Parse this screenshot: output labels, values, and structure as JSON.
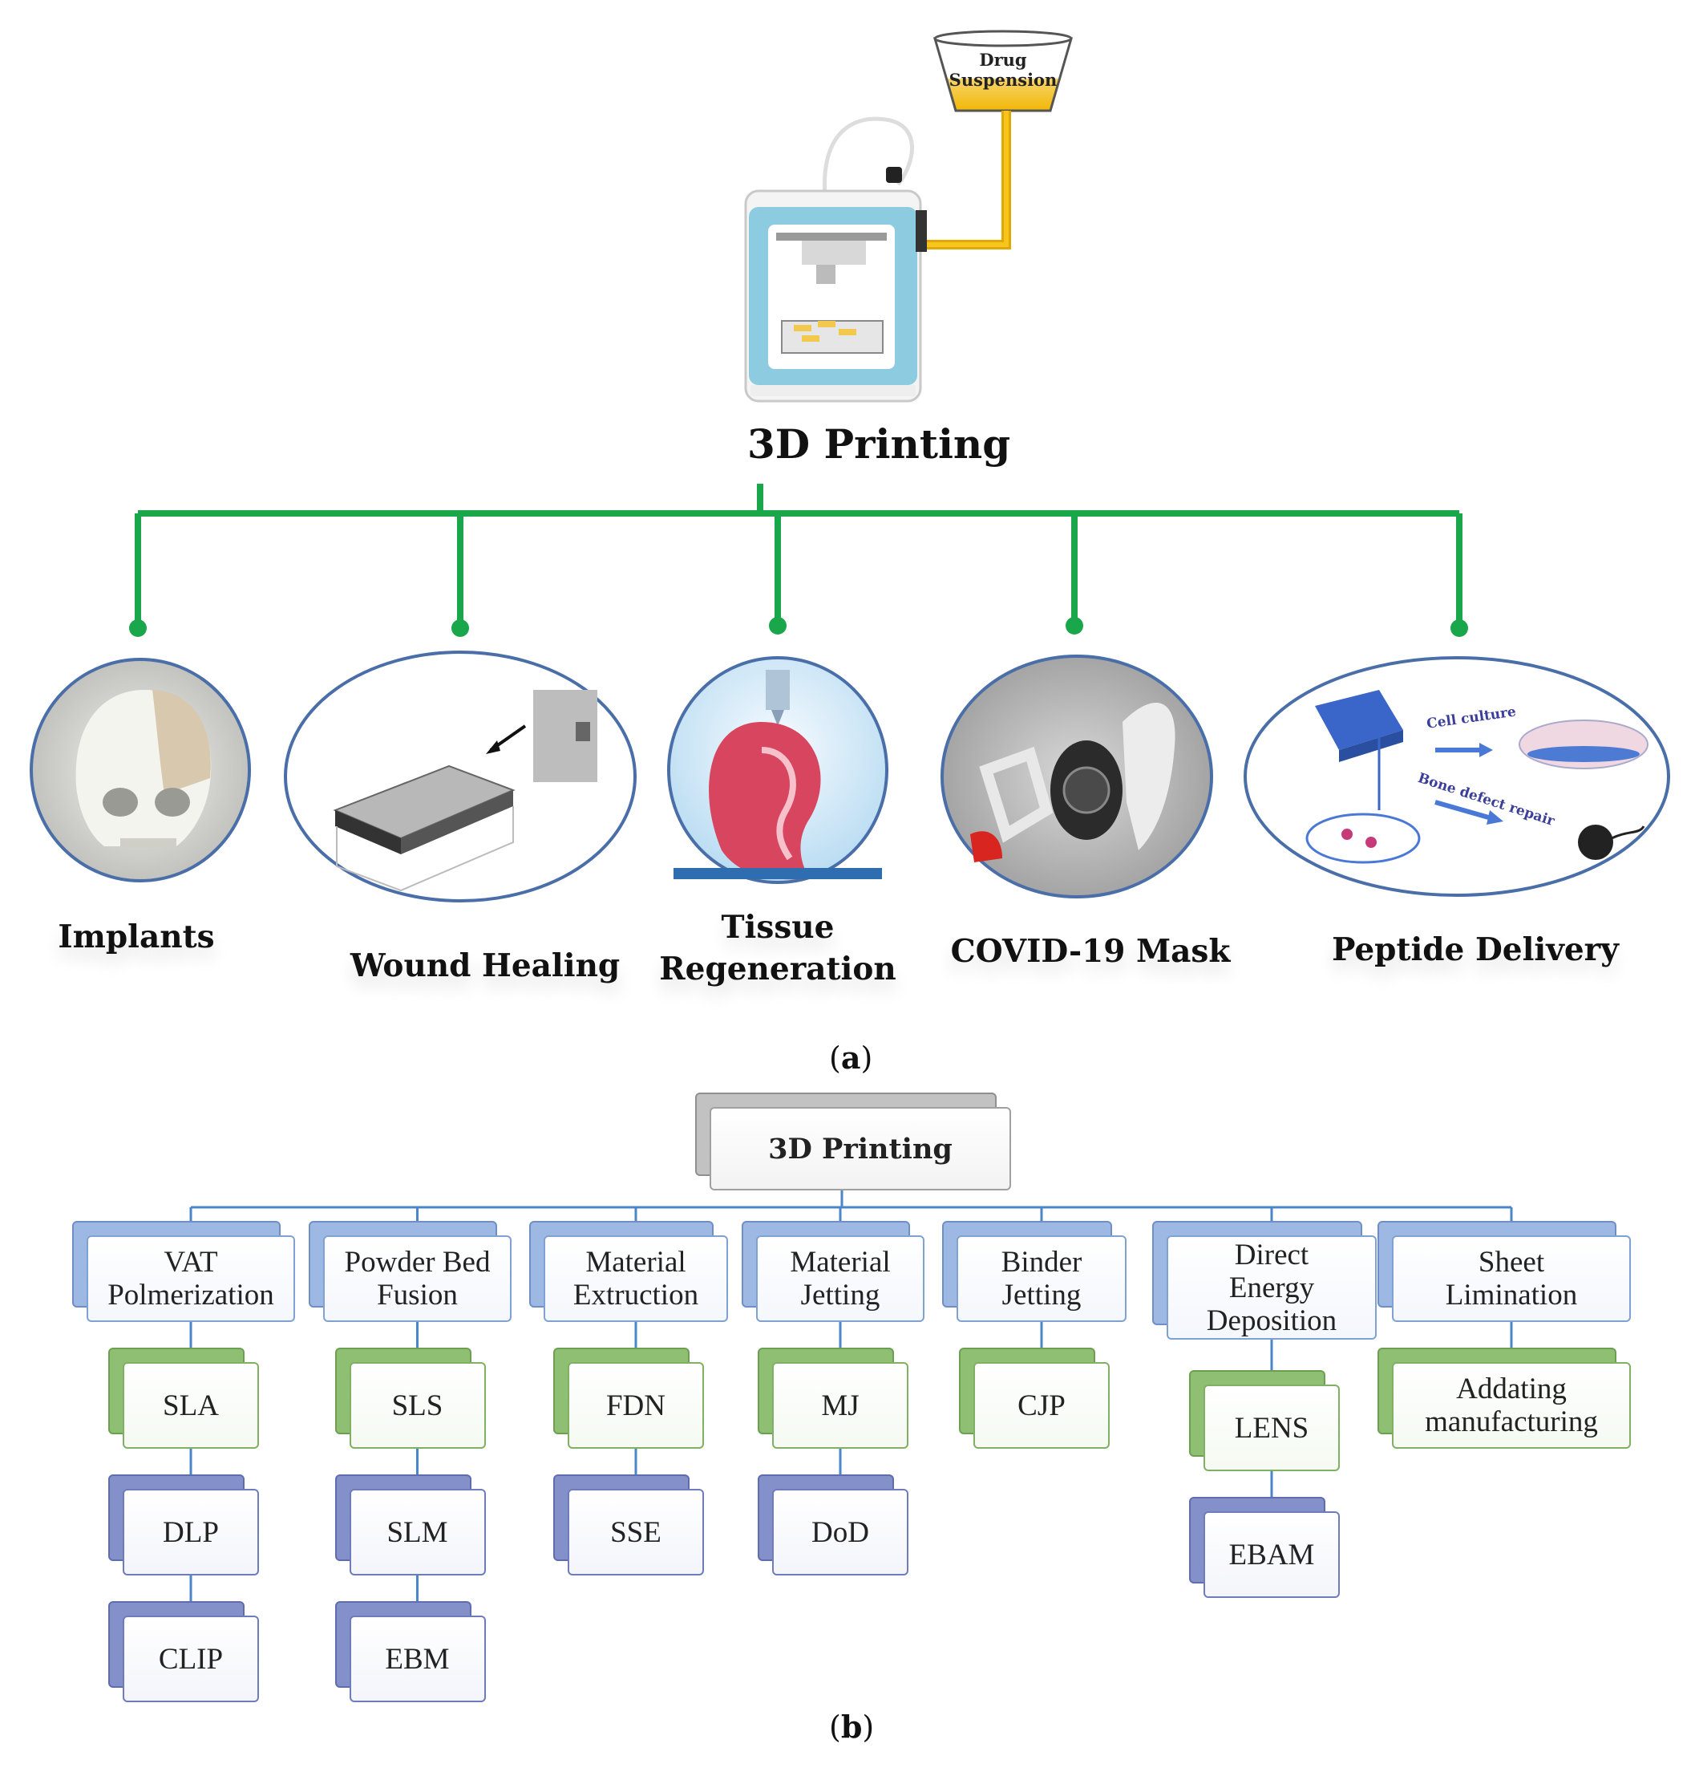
{
  "panel_a": {
    "hopper_label": "Drug\nSuspension",
    "title": "3D Printing",
    "applications": [
      {
        "label": "Implants"
      },
      {
        "label": "Wound  Healing"
      },
      {
        "label": "Tissue\nRegeneration"
      },
      {
        "label": "COVID-19  Mask"
      },
      {
        "label": "Peptide Delivery"
      }
    ],
    "peptide_annotations": {
      "cell_culture": "Cell culture",
      "bone_defect": "Bone defect repair"
    },
    "caption_letter": "a",
    "colors": {
      "connector": "#1aa64a",
      "printer_frame": "#8ccbe0",
      "drug": "#f2b705",
      "circle_border": "#4a6ea8"
    }
  },
  "panel_b": {
    "root": "3D Printing",
    "categories": [
      {
        "label": "VAT\nPolmerization",
        "children": [
          "SLA",
          "DLP",
          "CLIP"
        ]
      },
      {
        "label": "Powder Bed\nFusion",
        "children": [
          "SLS",
          "SLM",
          "EBM"
        ]
      },
      {
        "label": "Material\nExtruction",
        "children": [
          "FDN",
          "SSE"
        ]
      },
      {
        "label": "Material\nJetting",
        "children": [
          "MJ",
          "DoD"
        ]
      },
      {
        "label": "Binder\nJetting",
        "children": [
          "CJP"
        ]
      },
      {
        "label": "Direct\nEnergy\nDeposition",
        "children": [
          "LENS",
          "EBAM"
        ]
      },
      {
        "label": "Sheet\nLimination",
        "children": [
          "Addating\nmanufacturing"
        ]
      }
    ],
    "caption_letter": "b",
    "colors": {
      "line": "#4a86c8",
      "category": "#9db8e2",
      "first_child": "#8fbf72",
      "other_child": "#8390c9",
      "root": "#c2c2c2"
    }
  }
}
